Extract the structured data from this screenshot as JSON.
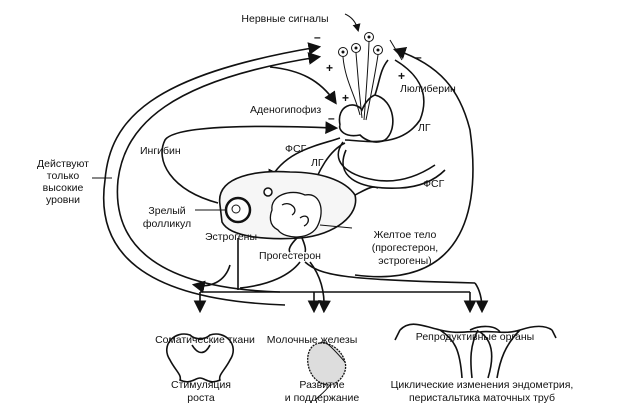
{
  "labels": {
    "nerve_signals": "Нервные сигналы",
    "luliberin": "Люлиберин",
    "adenohypophysis": "Аденогипофиз",
    "lh_top": "ЛГ",
    "inhibin": "Ингибин",
    "fsh_left": "ФСГ",
    "lh_mid": "ЛГ",
    "fsh_right": "ФСГ",
    "high_levels": [
      "Действуют",
      "только",
      "высокие",
      "уровни"
    ],
    "mature_follicle": [
      "Зрелый",
      "фолликул"
    ],
    "corpus_luteum": [
      "Желтое тело",
      "(прогестерон,",
      "эстрогены)"
    ],
    "estrogens": "Эстрогены",
    "progesterone": "Прогестерон",
    "somatic_tissues": "Соматические ткани",
    "mammary_glands": "Молочные железы",
    "reproductive_organs": "Репродуктивные органы",
    "growth_stimulation": [
      "Стимуляция",
      "роста"
    ],
    "development": [
      "Развитие",
      "и поддержание"
    ],
    "cyclic_changes": [
      "Циклические изменения эндометрия,",
      "перистальтика маточных труб"
    ]
  },
  "signs": {
    "minus": "–",
    "plus": "+"
  }
}
